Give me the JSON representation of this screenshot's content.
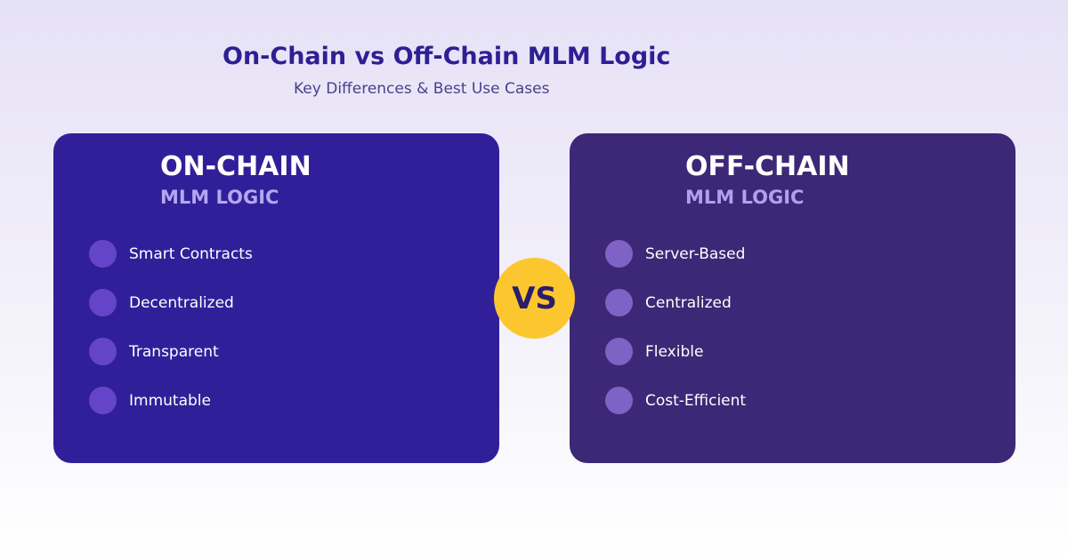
{
  "header": {
    "title": "On-Chain vs Off-Chain MLM Logic",
    "subtitle": "Key Differences & Best Use Cases"
  },
  "colors": {
    "title": "#2e1f94",
    "on_chain_card": "#311f9a",
    "off_chain_card": "#3c2876",
    "vs_badge": "#fcc72e",
    "vs_text": "#2b1d6b"
  },
  "on_chain": {
    "title": "ON-CHAIN",
    "subtitle": "MLM LOGIC",
    "items": [
      {
        "label": "Smart Contracts"
      },
      {
        "label": "Decentralized"
      },
      {
        "label": "Transparent"
      },
      {
        "label": "Immutable"
      }
    ]
  },
  "off_chain": {
    "title": "OFF-CHAIN",
    "subtitle": "MLM LOGIC",
    "items": [
      {
        "label": "Server-Based"
      },
      {
        "label": "Centralized"
      },
      {
        "label": "Flexible"
      },
      {
        "label": "Cost-Efficient"
      }
    ]
  },
  "vs_label": "VS"
}
